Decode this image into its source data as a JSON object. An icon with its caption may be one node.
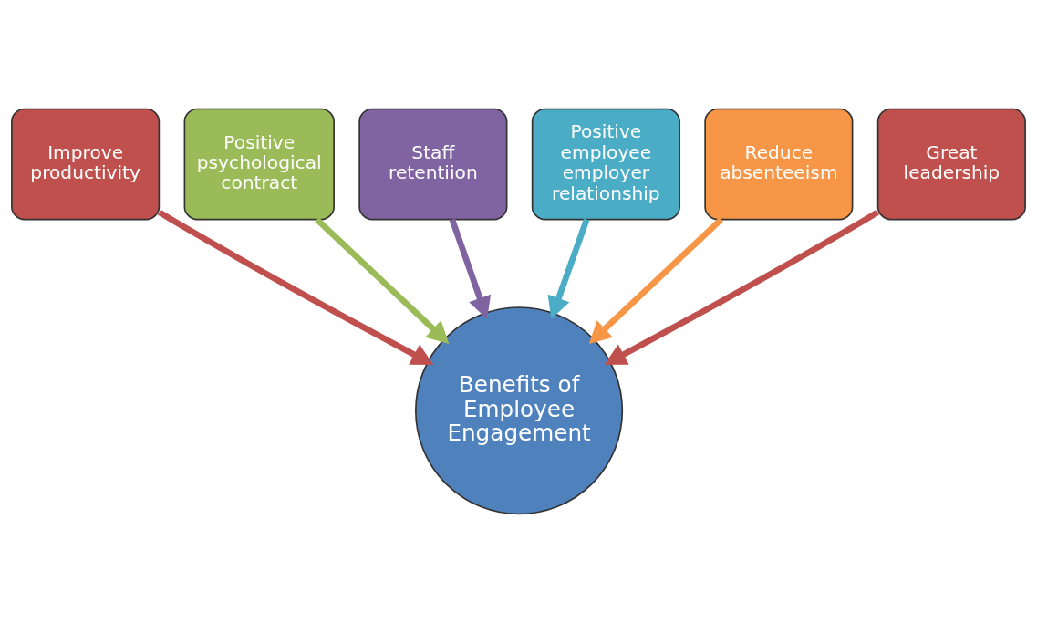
{
  "diagram": {
    "nodes": [
      {
        "text": [
          "Improve productivity"
        ]
      },
      {
        "text": [
          "Positive psychological contract"
        ]
      },
      {
        "text": [
          "Staff retentiion"
        ]
      },
      {
        "text": [
          "Positive employee employer relationship"
        ]
      },
      {
        "text": [
          "Reduce absenteeism"
        ]
      },
      {
        "text": [
          "Great leadership"
        ]
      },
      {
        "text": [
          "Benefits of Employee Engagement"
        ]
      }
    ],
    "edges": [
      {
        "from": 0,
        "to": 6,
        "arrow": "to",
        "color": "#c0504d"
      },
      {
        "from": 1,
        "to": 6,
        "arrow": "to",
        "color": "#9bbb59"
      },
      {
        "from": 2,
        "to": 6,
        "arrow": "to",
        "color": "#8064a2"
      },
      {
        "from": 3,
        "to": 6,
        "arrow": "to",
        "color": "#4bacc6"
      },
      {
        "from": 4,
        "to": 6,
        "arrow": "to",
        "color": "#f79646"
      },
      {
        "from": 5,
        "to": 6,
        "arrow": "to",
        "color": "#c0504d"
      }
    ]
  }
}
